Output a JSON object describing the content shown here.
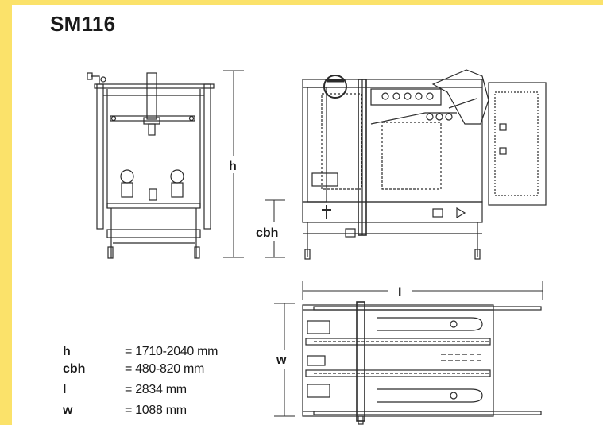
{
  "document": {
    "title": "SM116",
    "colors": {
      "border": "#fbe26a",
      "sheet": "#ffffff",
      "ink": "#1a1a1a"
    }
  },
  "dimension_labels": {
    "h": "h",
    "cbh": "cbh",
    "l": "l",
    "w": "w"
  },
  "legend": [
    {
      "key": "h",
      "value": "= 1710-2040 mm"
    },
    {
      "key": "cbh",
      "value": "= 480-820 mm"
    },
    {
      "key": "l",
      "value": "= 2834 mm"
    },
    {
      "key": "w",
      "value": "= 1088 mm"
    }
  ]
}
